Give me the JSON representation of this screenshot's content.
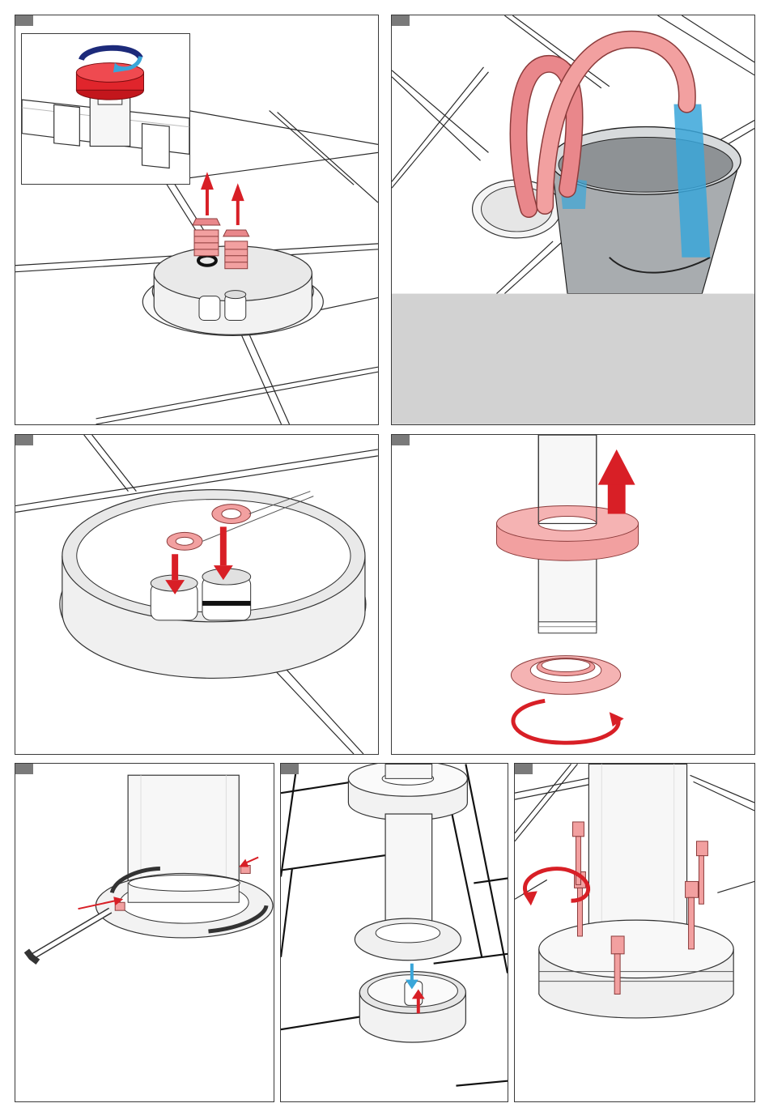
{
  "steps": [
    {
      "id": 1,
      "label": ""
    },
    {
      "id": 2,
      "label": ""
    },
    {
      "id": 3,
      "label": ""
    },
    {
      "id": 4,
      "label": ""
    },
    {
      "id": 5,
      "label": ""
    },
    {
      "id": 6,
      "label": ""
    },
    {
      "id": 7,
      "label": ""
    }
  ],
  "colors": {
    "frame": "#3a3a3a",
    "step_tab": "#7a7a7a",
    "arrow_red": "#d81f26",
    "part_pink": "#f2a0a0",
    "hose_pink": "#e9878b",
    "water_blue": "#3aa6d9",
    "rotate_navy": "#1c2a7a",
    "bucket_grey": "#9ea3a6",
    "info_area_grey": "#d2d2d2",
    "floor_line": "#2a2a2a"
  },
  "icons": [
    "up-arrow-icon",
    "down-arrow-icon",
    "rotate-arrow-icon",
    "hex-key-icon",
    "screw-icon",
    "water-stream-icon"
  ]
}
